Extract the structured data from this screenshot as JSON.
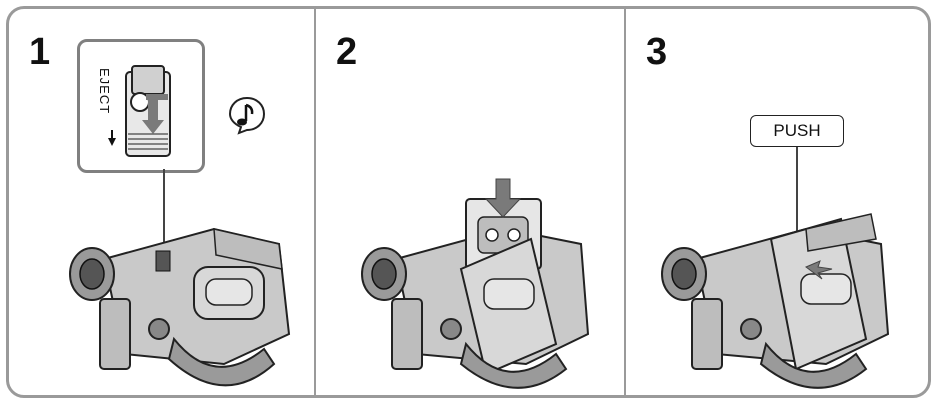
{
  "steps": [
    {
      "number": "1",
      "callout_label": "EJECT",
      "sound_icon": "beep-music-note-icon"
    },
    {
      "number": "2"
    },
    {
      "number": "3",
      "button_label": "PUSH"
    }
  ],
  "colors": {
    "frame": "#9a9a9a",
    "camera_body": "#c9c9c9",
    "camera_dark": "#555555",
    "arrow": "#7a7a7a"
  }
}
